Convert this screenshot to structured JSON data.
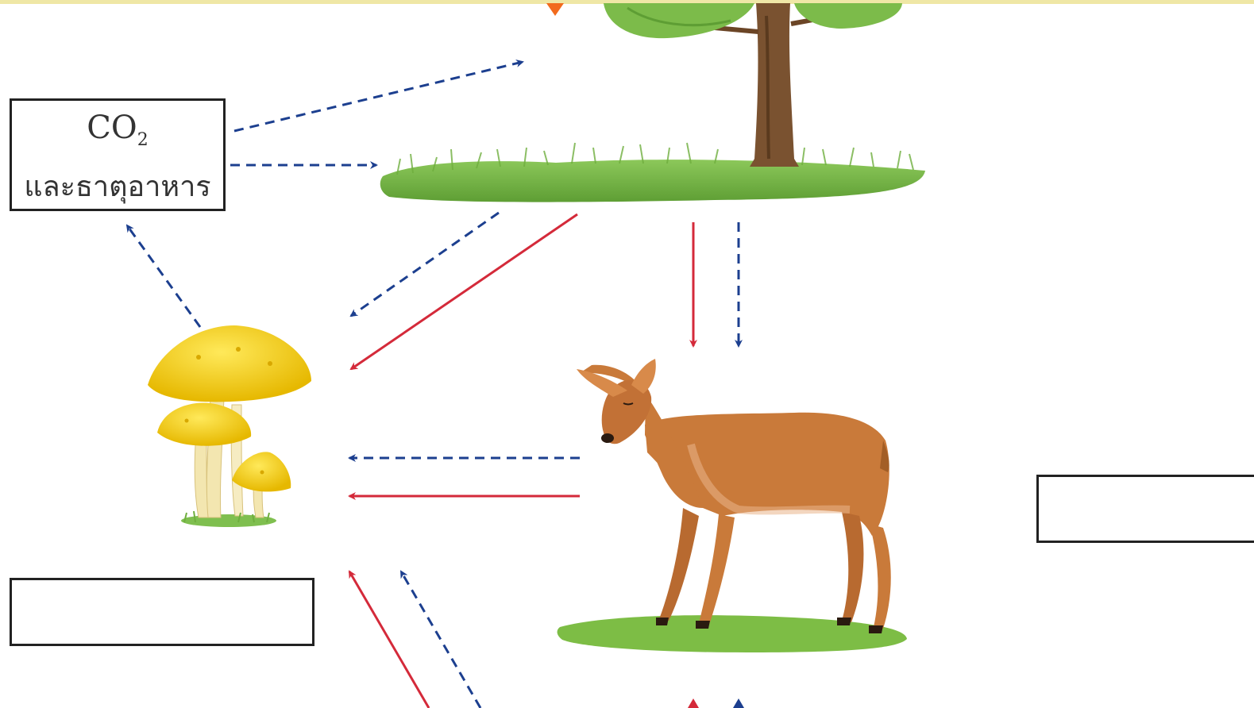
{
  "boxes": {
    "co2": {
      "formula_main": "CO",
      "formula_sub": "2",
      "caption": "และธาตุอาหาร"
    },
    "blank_left": "",
    "blank_right": ""
  },
  "legend_colors": {
    "energy_arrow": "#d42a3a",
    "matter_arrow": "#1c3f8f",
    "sun_arrow": "#f26b1d"
  },
  "illustrations": [
    "tree-on-grass",
    "mushrooms",
    "deer"
  ]
}
